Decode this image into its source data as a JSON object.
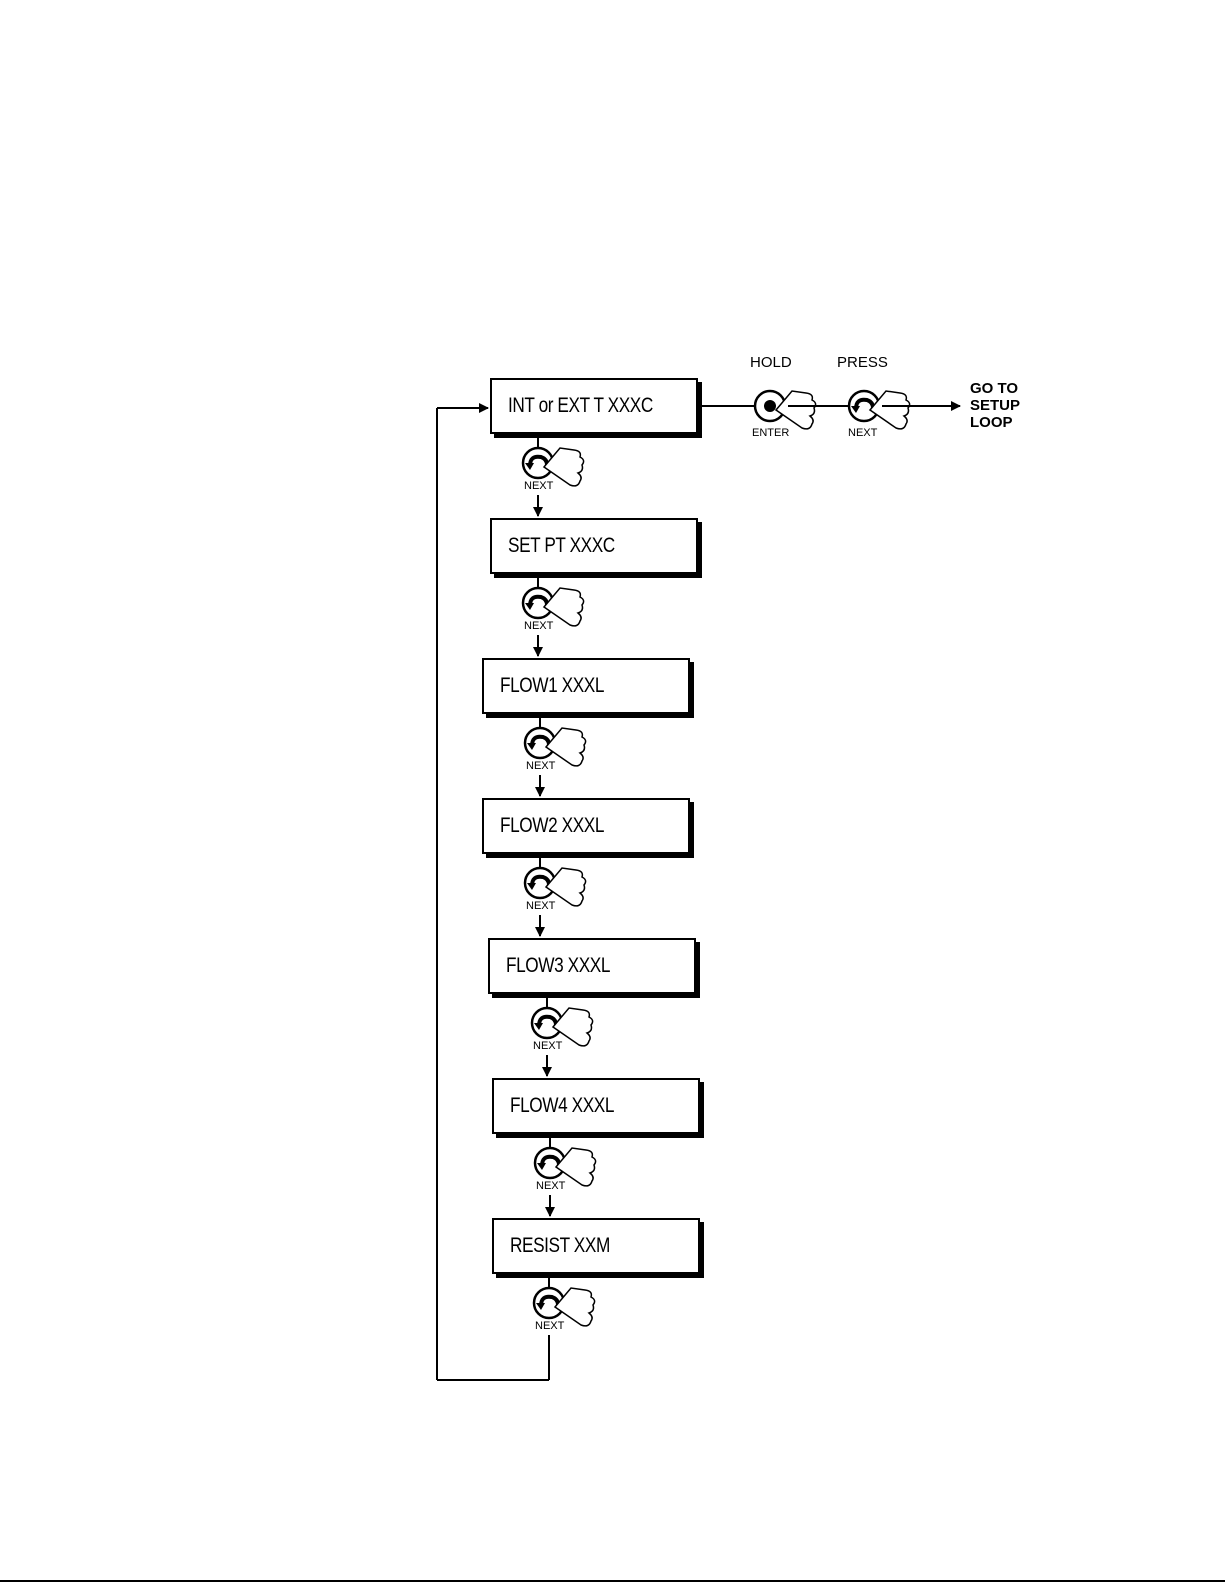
{
  "steps": [
    {
      "display": "INT or EXT T  XXXC"
    },
    {
      "display": "SET PT XXXC"
    },
    {
      "display": "FLOW1 XXXL"
    },
    {
      "display": "FLOW2 XXXL"
    },
    {
      "display": "FLOW3 XXXL"
    },
    {
      "display": "FLOW4 XXXL"
    },
    {
      "display": "RESIST XXM"
    }
  ],
  "next_label": "NEXT",
  "enter_label": "ENTER",
  "hold_label": "HOLD",
  "press_label": "PRESS",
  "goto": {
    "line1": "GO TO",
    "line2": "SETUP",
    "line3": "LOOP"
  },
  "icons": {
    "next_button": "curved-arrow-button-icon",
    "enter_button": "dot-button-icon",
    "hand": "pointing-hand-icon"
  }
}
